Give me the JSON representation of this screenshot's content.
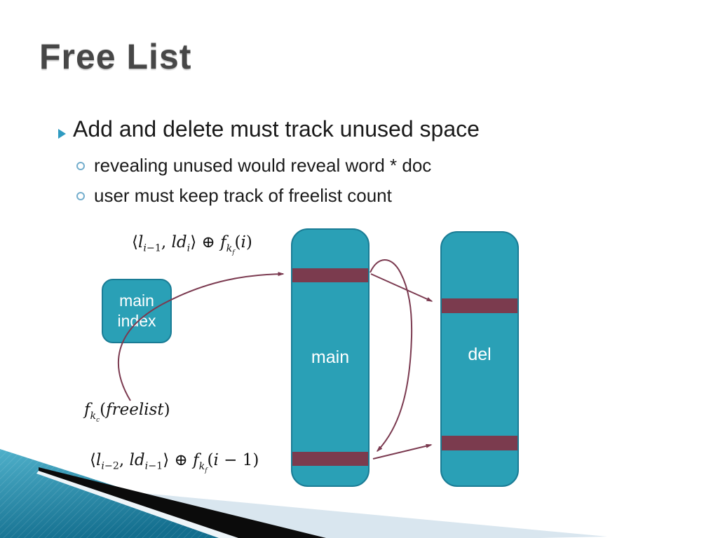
{
  "slide": {
    "title": "Free List",
    "bullet": {
      "text": "Add and delete must track unused space"
    },
    "sub_bullets": [
      {
        "text": "revealing unused would reveal word * doc"
      },
      {
        "text": "user must keep track of freelist count"
      }
    ]
  },
  "diagram": {
    "main_index": {
      "label": "main index"
    },
    "main_column": {
      "label": "main"
    },
    "del_column": {
      "label": "del"
    },
    "math": {
      "top_html": "⟨<i>l</i><sub><i>i</i>−1</sub>, <i>ld</i><sub><i>i</i></sub>⟩ ⊕ <i>f</i><sub><i>k</i><sub><i>f</i></sub></sub>(<i>i</i>)",
      "freelist_html": "<i>f</i><sub><i>k</i><sub><i>c</i></sub></sub>(<i>freelist</i>)",
      "bottom_html": "⟨<i>l</i><sub><i>i</i>−2</sub>, <i>ld</i><sub><i>i</i>−1</sub>⟩ ⊕ <i>f</i><sub><i>k</i><sub><i>f</i></sub></sub>(<i>i</i> − 1)"
    }
  },
  "colors": {
    "teal": "#2aa0b6",
    "teal_border": "#1a7c95",
    "maroon_bar": "#7b3b4e",
    "arrow": "#7b3a50",
    "bullet_accent": "#2f9bc1",
    "sub_bullet_ring": "#74aecd",
    "title_gray": "#474747",
    "corner_pale": "#d9e6ef",
    "corner_black": "#0b0b0b",
    "corner_teal_dark": "#136e8e",
    "corner_teal_light": "#4fb0ca"
  }
}
